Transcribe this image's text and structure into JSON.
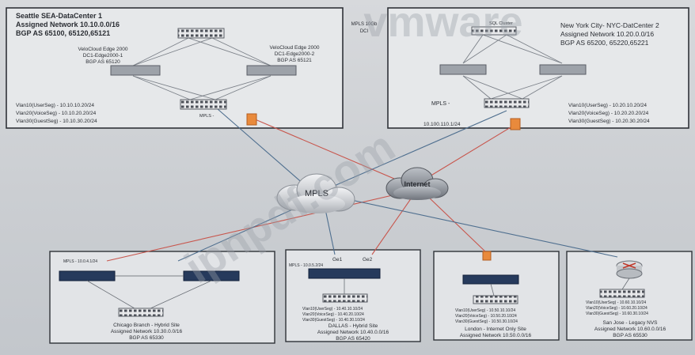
{
  "watermarks": {
    "vmware": "vmware",
    "site": "ipnpdf.com"
  },
  "seattle": {
    "title": "Seattle SEA-DataCenter 1",
    "network": "Assigned Network 10.10.0.0/16",
    "bgp": "BGP AS 65100, 65120,65121",
    "edge_left": [
      "VeloCloud Edge 2000",
      "DC1-Edge2000-1",
      "BGP AS 65120"
    ],
    "edge_right": [
      "VeloCloud Edge 2000",
      "DC1-Edge2000-2",
      "BGP AS 65121"
    ],
    "vlans": [
      "Vlan10(UserSeg) - 10.10.10.20/24",
      "Vlan20(VoiceSeg) - 10.10.20.20/24",
      "Vlan30(GuestSeg) - 10.10.30.20/24"
    ],
    "mpls": "MPLS -"
  },
  "center_label": [
    "MPLS 10Gb",
    "DCI"
  ],
  "newyork": {
    "title": "New York City- NYC-DatCenter 2",
    "network": "Assigned Network 10.20.0.0/16",
    "bgp": "BGP AS 65200, 65220,65221",
    "sql": "SQL Cluster",
    "vlans": [
      "Vlan10(UserSeg) - 10.20.10.20/24",
      "Vlan20(VoiceSeg) - 10.20.20.20/24",
      "Vlan30(GuestSeg) - 10.20.30.20/24"
    ],
    "mpls": [
      "MPLS -",
      "10.100.110.1/24"
    ]
  },
  "clouds": {
    "mpls": "MPLS",
    "internet": "Internet"
  },
  "chicago": {
    "mpls": "MPLS - 10.0.4.1/24",
    "caption": [
      "Chicago Branch - Hybrid Site",
      "Assigned Network 10.30.0.0/16",
      "BGP AS 65330"
    ]
  },
  "dallas": {
    "ports": [
      "Ge1",
      "Ge2"
    ],
    "mpls": "MPLS - 10.0.5.2/24",
    "vlans": [
      "Vlan10(UserSeg) - 10.40.10.10/24",
      "Vlan20(VoiceSeg) - 10.40.20.10/24",
      "Vlan30(GuestSeg) - 10.40.30.10/24"
    ],
    "caption": [
      "DALLAS - Hybrid Site",
      "Assigned Network 10.40.0.0/16",
      "BGP AS 65420"
    ]
  },
  "london": {
    "vlans": [
      "Vlan10(UserSeg) - 10.50.10.10/24",
      "Vlan20(VoiceSeg) - 10.50.20.10/24",
      "Vlan30(GuestSeg) - 10.50.30.10/24"
    ],
    "caption": [
      "London - Internet Only Site",
      "Assigned Network 10.50.0.0/16"
    ]
  },
  "sanjose": {
    "vlans": [
      "Vlan10(UserSeg) - 10.60.10.10/24",
      "Vlan20(VoiceSeg) - 10.60.20.10/24",
      "Vlan30(GuestSeg) - 10.60.30.10/24"
    ],
    "caption": [
      "San Jose - Legacy NVS",
      "Assigned Network 10.60.0.0/16",
      "BGP AS 65530"
    ]
  }
}
